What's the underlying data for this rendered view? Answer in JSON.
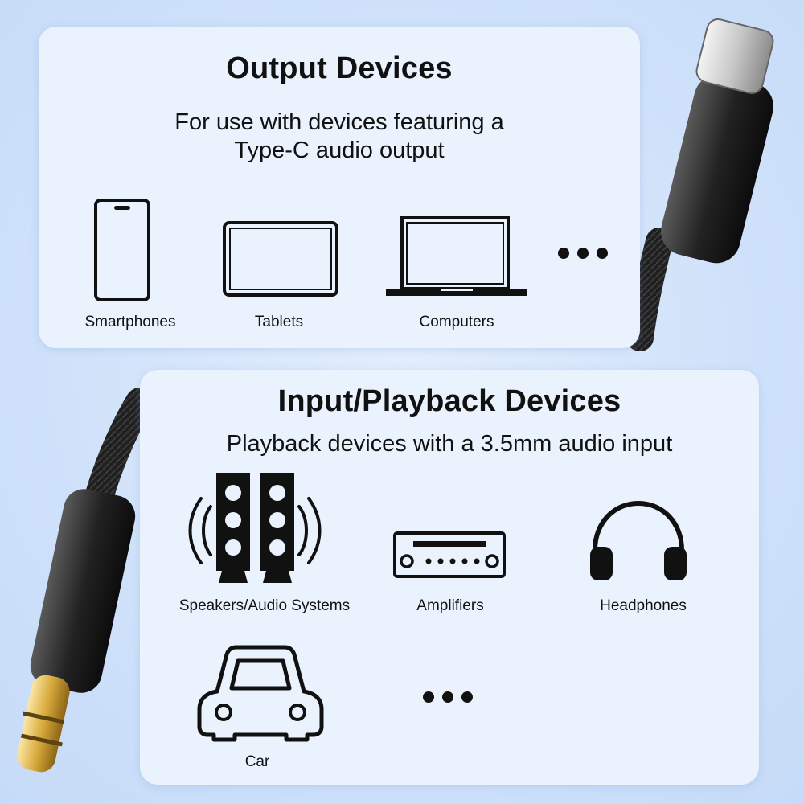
{
  "output_section": {
    "title": "Output Devices",
    "subtitle_line1": "For use with devices featuring a",
    "subtitle_line2": "Type-C audio output",
    "devices": [
      {
        "label": "Smartphones",
        "icon": "smartphone-icon"
      },
      {
        "label": "Tablets",
        "icon": "tablet-icon"
      },
      {
        "label": "Computers",
        "icon": "laptop-icon"
      }
    ]
  },
  "input_section": {
    "title": "Input/Playback Devices",
    "subtitle": "Playback devices with a 3.5mm audio input",
    "devices": [
      {
        "label": "Speakers/Audio Systems",
        "icon": "speakers-icon"
      },
      {
        "label": "Amplifiers",
        "icon": "amplifier-icon"
      },
      {
        "label": "Headphones",
        "icon": "headphones-icon"
      },
      {
        "label": "Car",
        "icon": "car-icon"
      }
    ]
  },
  "colors": {
    "background": "#cfe2fb",
    "card": "#eaf3fd",
    "text": "#111111",
    "cable": "#1a1a1a",
    "gold": "#d8a93b"
  }
}
